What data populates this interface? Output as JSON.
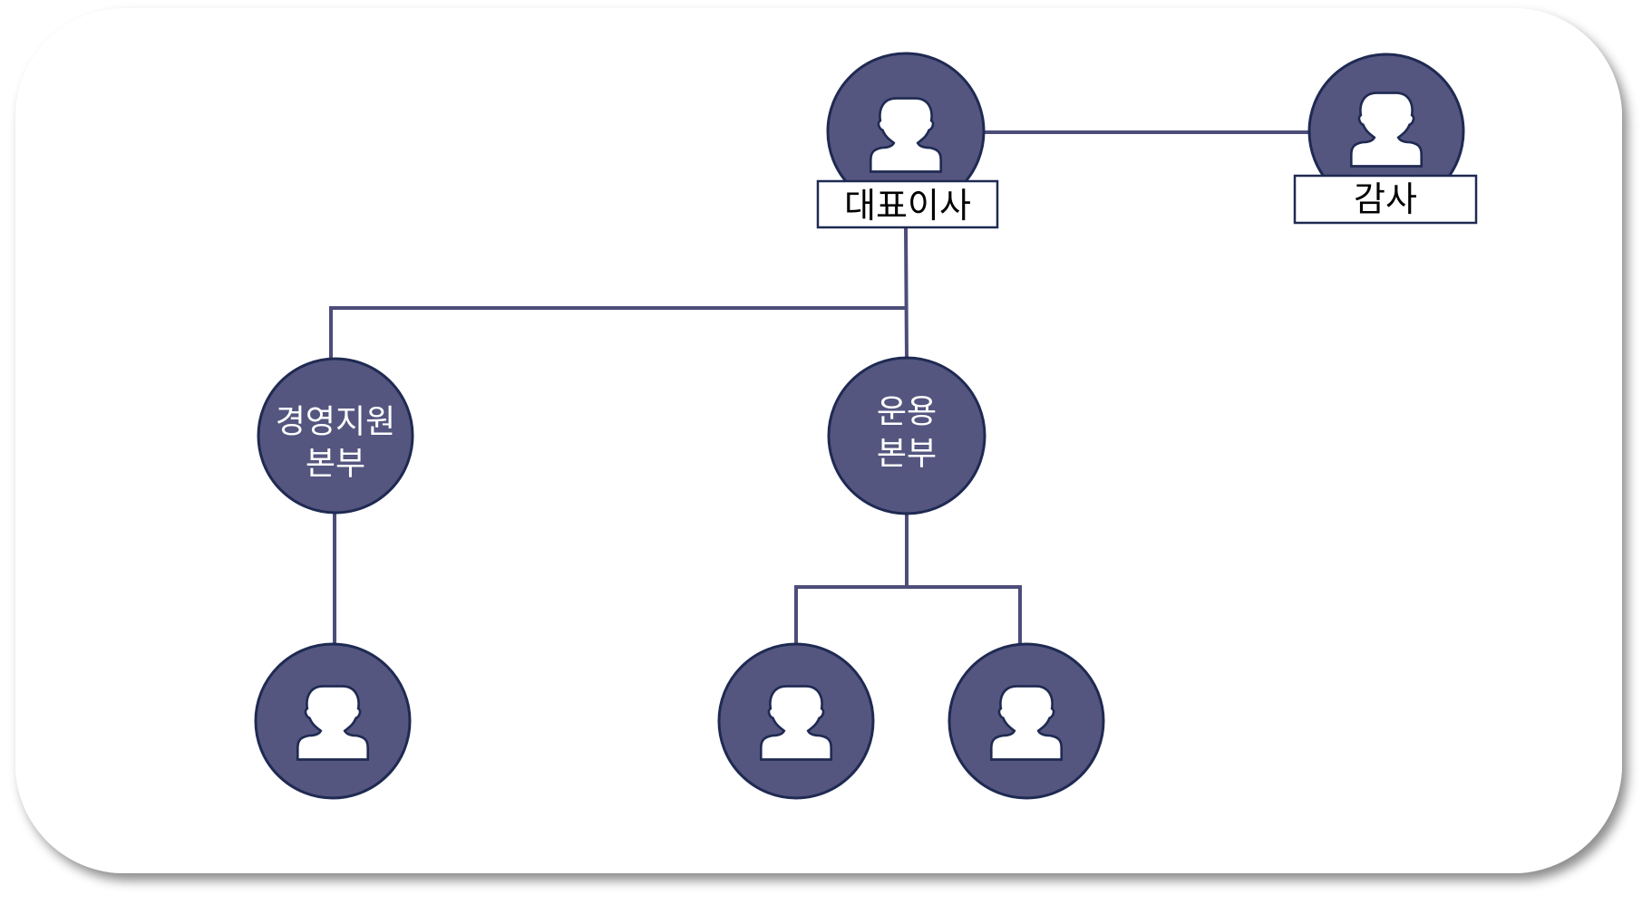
{
  "title": "조직도",
  "nodes": {
    "ceo": {
      "label": "대표이사",
      "icon": "person-icon"
    },
    "auditor": {
      "label": "감사",
      "icon": "person-icon"
    },
    "management_support": {
      "line1": "경영지원",
      "line2": "본부"
    },
    "operations": {
      "line1": "운용",
      "line2": "본부"
    },
    "management_staff": {
      "icon": "person-icon"
    },
    "operations_staff_1": {
      "icon": "person-icon"
    },
    "operations_staff_2": {
      "icon": "person-icon"
    }
  },
  "colors": {
    "node_fill": "#545680",
    "node_stroke": "#1f2a52",
    "connector": "#4d4d7a"
  }
}
